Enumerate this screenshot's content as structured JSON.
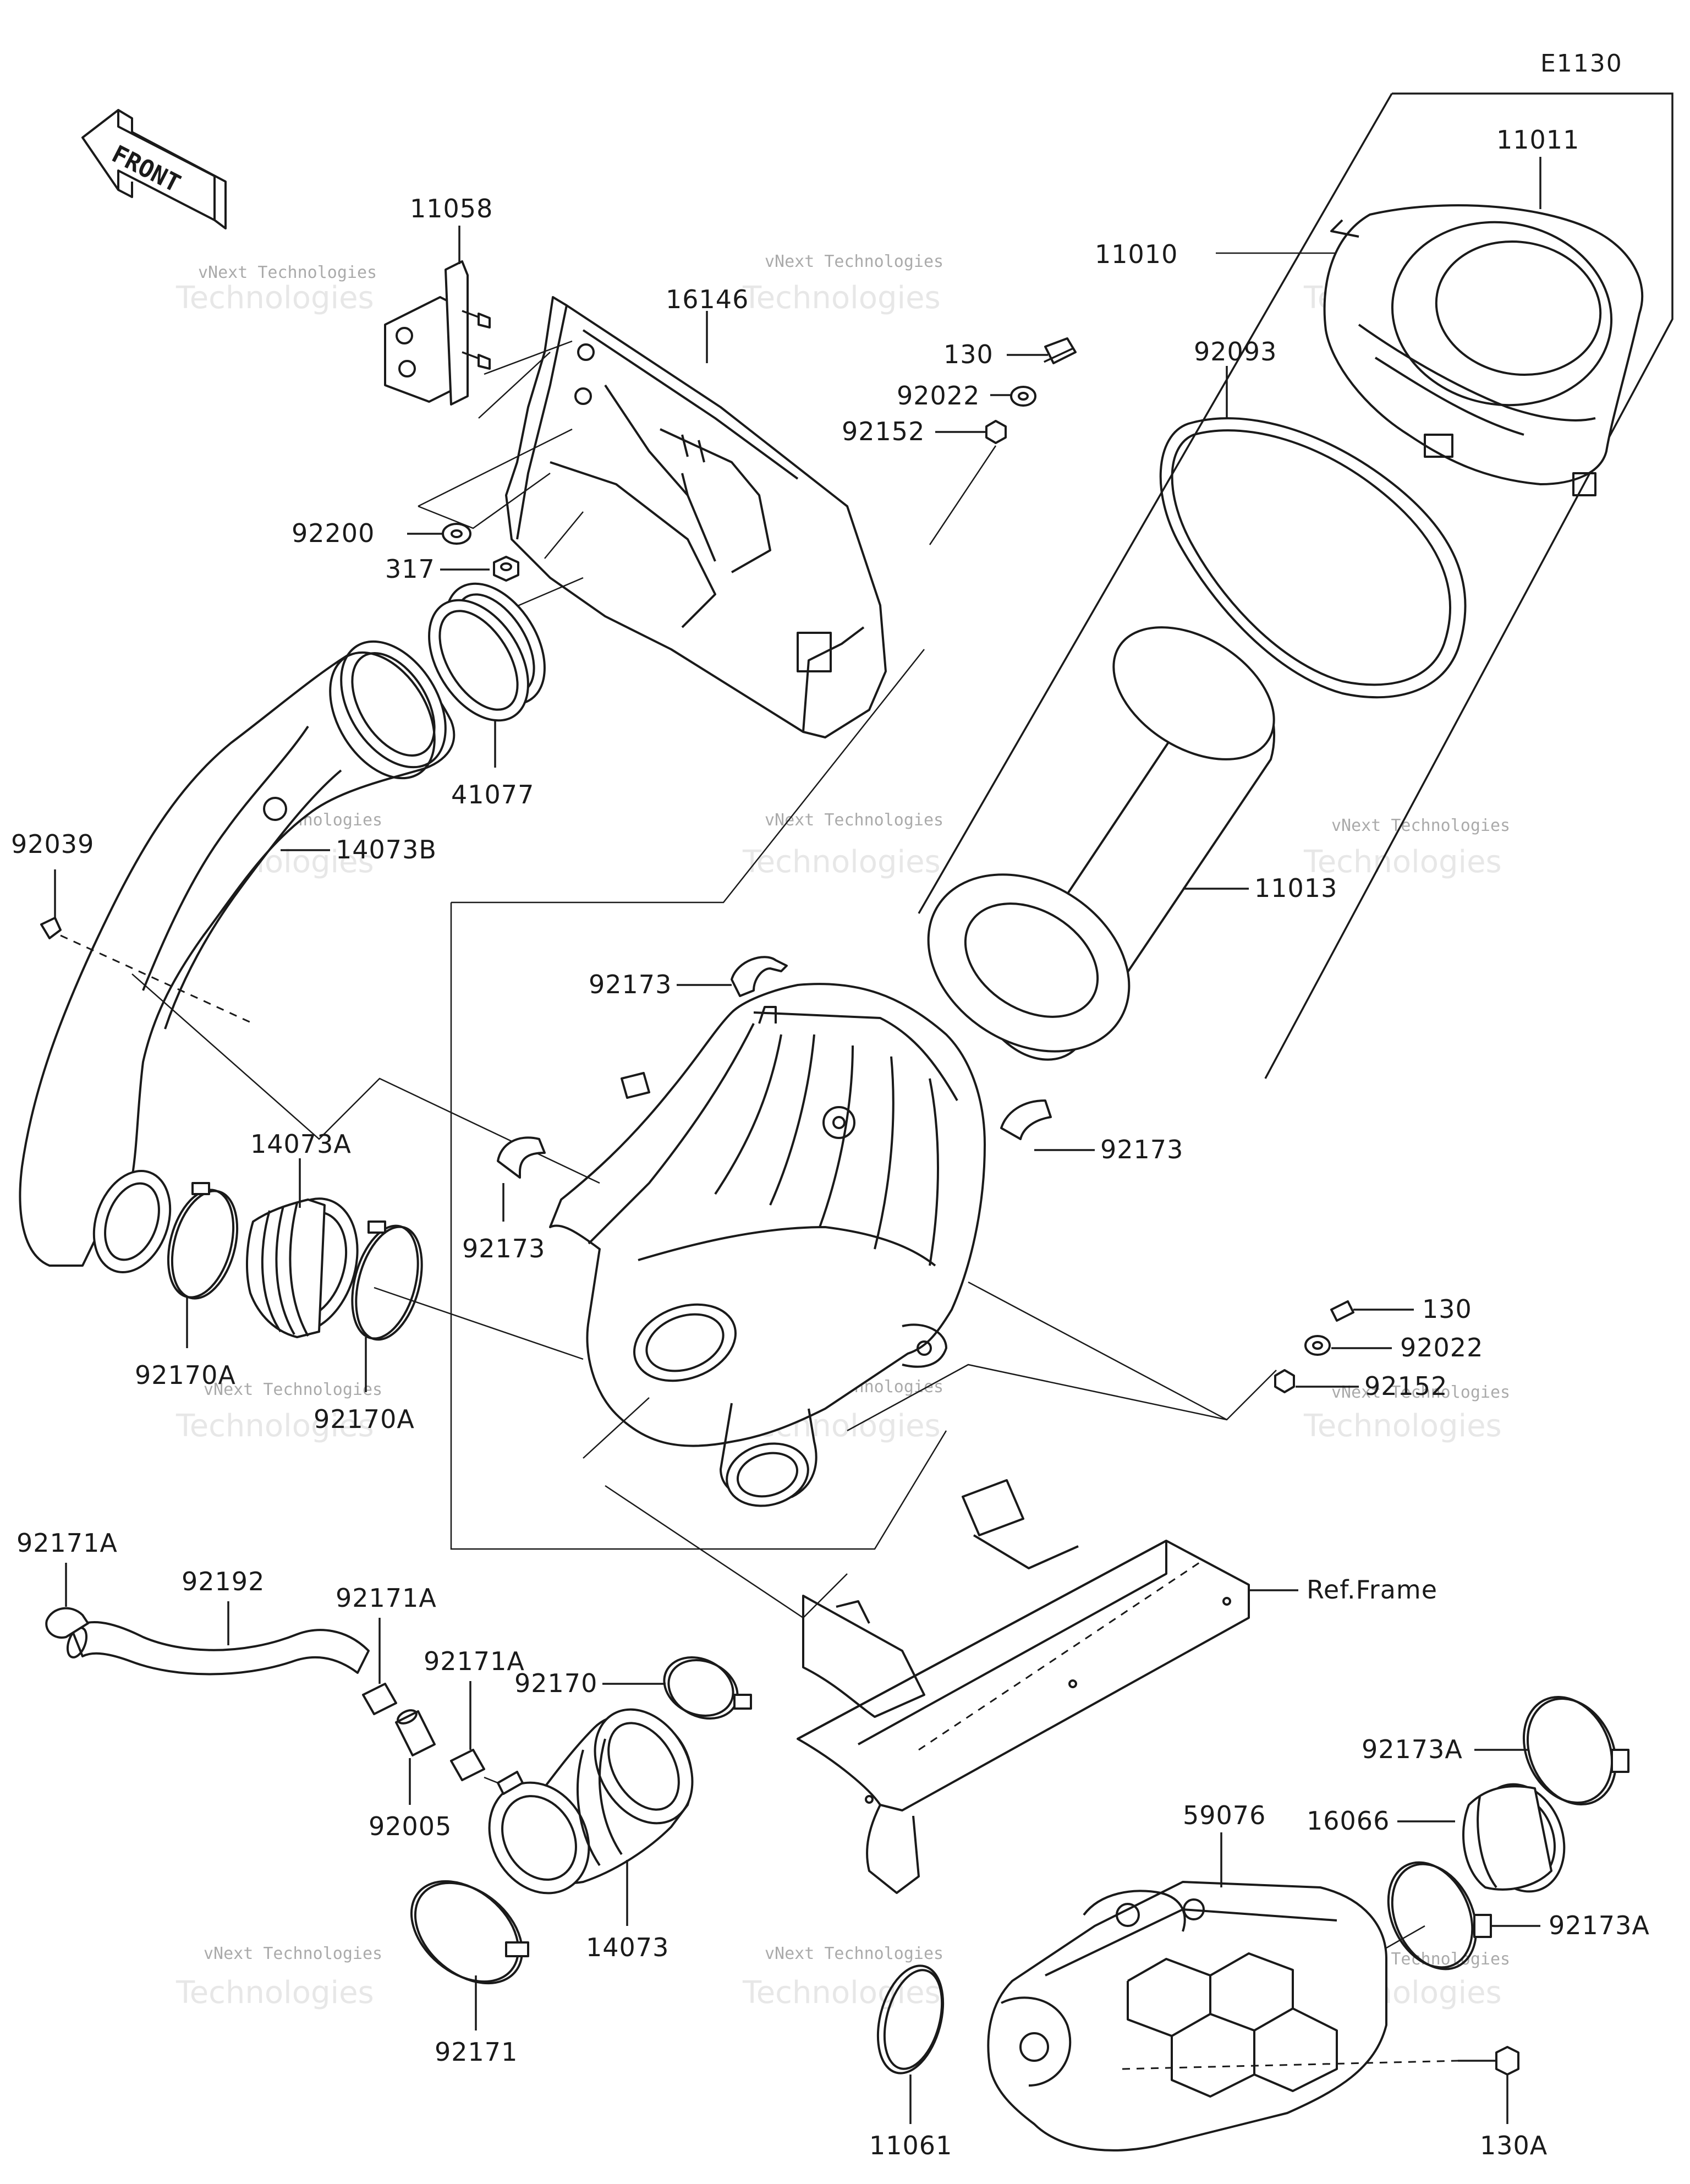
{
  "diagram_code": "E1130",
  "front_arrow_label": "FRONT",
  "reference_label": "Ref.Frame",
  "watermark": {
    "small": "vNext Technologies",
    "big": "Technologies"
  },
  "part_labels": {
    "p11058": "11058",
    "p16146": "16146",
    "p11010": "11010",
    "p11011": "11011",
    "p130_top": "130",
    "p92022_top": "92022",
    "p92152_top": "92152",
    "p92093": "92093",
    "p92200": "92200",
    "p317": "317",
    "p41077": "41077",
    "p92039": "92039",
    "p14073B": "14073B",
    "p11013": "11013",
    "p92173_top": "92173",
    "p92173_right": "92173",
    "p92173_left": "92173",
    "p14073A": "14073A",
    "p92170A_left": "92170A",
    "p92170A_right": "92170A",
    "p130_mid": "130",
    "p92022_mid": "92022",
    "p92152_mid": "92152",
    "p92171A_far": "92171A",
    "p92192": "92192",
    "p92171A_mid": "92171A",
    "p92171A_right": "92171A",
    "p92005": "92005",
    "p92170": "92170",
    "p14073": "14073",
    "p92171": "92171",
    "p92173A_top": "92173A",
    "p16066": "16066",
    "p59076": "59076",
    "p92173A_bottom": "92173A",
    "p11061": "11061",
    "p130A": "130A"
  }
}
